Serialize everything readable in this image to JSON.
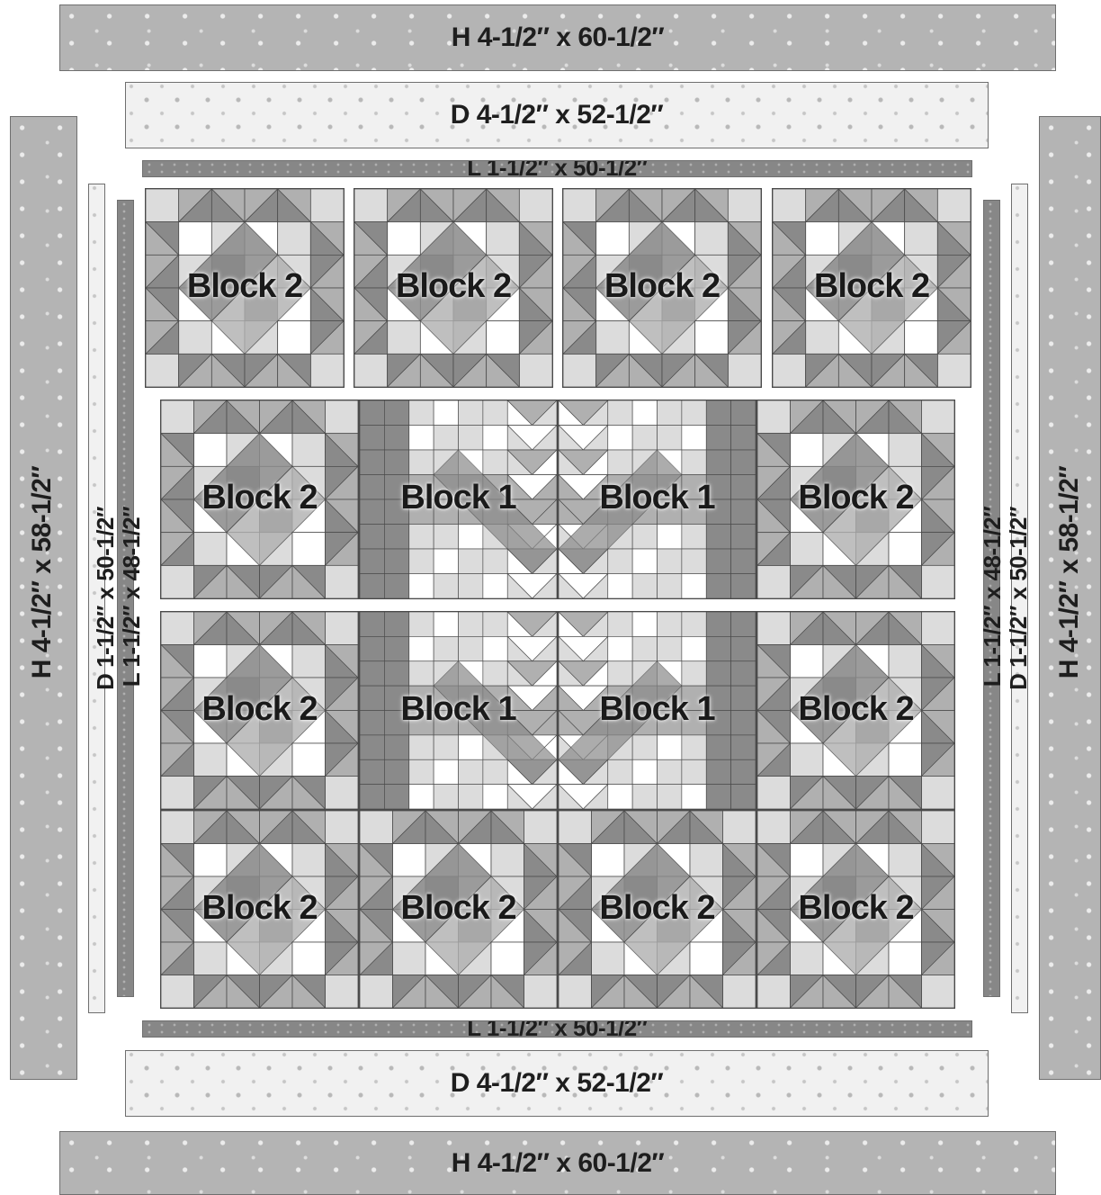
{
  "borders": {
    "h_top": "H   4-1/2″ x 60-1/2″",
    "d_top": "D   4-1/2″ x 52-1/2″",
    "l_top": "L   1-1/2″ x 50-1/2″",
    "l_bottom": "L   1-1/2″ x 50-1/2″",
    "d_bottom": "D   4-1/2″ x 52-1/2″",
    "h_bottom": "H   4-1/2″ x 60-1/2″",
    "h_left": "H   4-1/2″ x 58-1/2″",
    "d_left": "D   1-1/2″ x 50-1/2″",
    "l_left": "L   1-1/2″ x 48-1/2″",
    "l_right": "L   1-1/2″ x 48-1/2″",
    "d_right": "D   1-1/2″ x 50-1/2″",
    "h_right": "H   4-1/2″ x 58-1/2″"
  },
  "blocks": {
    "row1": [
      "Block 2",
      "Block 2",
      "Block 2",
      "Block 2"
    ],
    "row2": [
      "Block 2",
      "Block 1",
      "Block 1",
      "Block 2"
    ],
    "row3": [
      "Block 2",
      "Block 1",
      "Block 1",
      "Block 2"
    ],
    "row4": [
      "Block 2",
      "Block 2",
      "Block 2",
      "Block 2"
    ]
  },
  "colors": {
    "dark": "#8a8a8a",
    "medium": "#b0b0b0",
    "light": "#dcdcdc",
    "white": "#ffffff",
    "outline": "#4a4a4a"
  }
}
